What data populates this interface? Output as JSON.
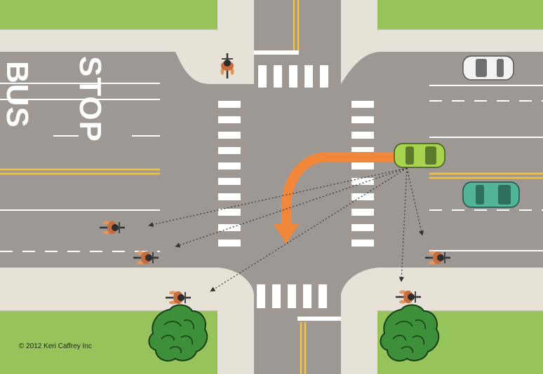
{
  "road_markings": {
    "bus_word": "BUS",
    "stop_word": "STOP"
  },
  "copyright": "© 2012 Keri Caffrey Inc",
  "colors": {
    "grass": "#97c45a",
    "sidewalk": "#e6e2d8",
    "road": "#9e9894",
    "lane_line": "#ffffff",
    "center_line": "#f3c33a",
    "turn_arrow": "#f0873a",
    "sight_line": "#333333",
    "turning_car": "#a8d34f",
    "parked_white_car": "#f2f2f2",
    "teal_car": "#52b398",
    "tree": "#3e8f3a"
  },
  "vehicles": [
    {
      "name": "white car",
      "color": "#f2f2f2"
    },
    {
      "name": "turning car",
      "color": "#a8d34f"
    },
    {
      "name": "teal car",
      "color": "#52b398"
    }
  ],
  "cyclist_count": 6,
  "icons": [
    "turning-arrow-icon",
    "sight-line-arrows",
    "tree-icon",
    "cyclist-icon",
    "car-icon"
  ]
}
